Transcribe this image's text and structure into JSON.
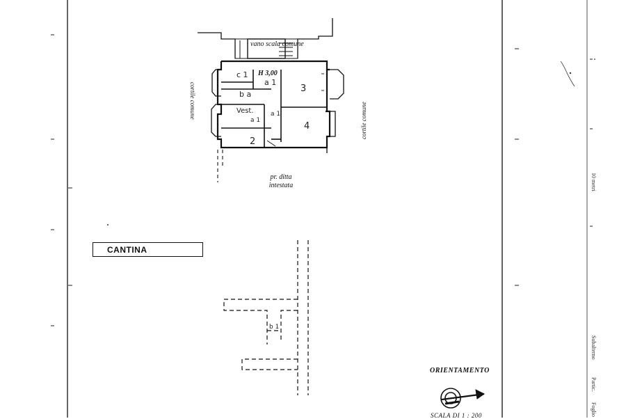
{
  "plan": {
    "vano_scala": "vano scala comune",
    "height": "H 3,00",
    "courtyard_left": "cortile comune",
    "courtyard_right": "cortile comune",
    "adjacent": "pr. ditta intestata",
    "rooms": {
      "c1": "c 1",
      "a1_top": "a 1",
      "r3": "3",
      "b": "b a",
      "vest": "Vest.",
      "a1_mid": "a 1",
      "a1_mid2": "a 1",
      "r4": "4",
      "r2": "2"
    }
  },
  "cantina": {
    "title": "CANTINA",
    "room": "b 1"
  },
  "orientamento": {
    "label": "ORIENTAMENTO",
    "scale": "SCALA DI 1 : 200"
  },
  "margin": {
    "metri": "10 metri",
    "subalterno": "Subalterno",
    "particella": "Partic.",
    "foglio": "Foglio"
  }
}
